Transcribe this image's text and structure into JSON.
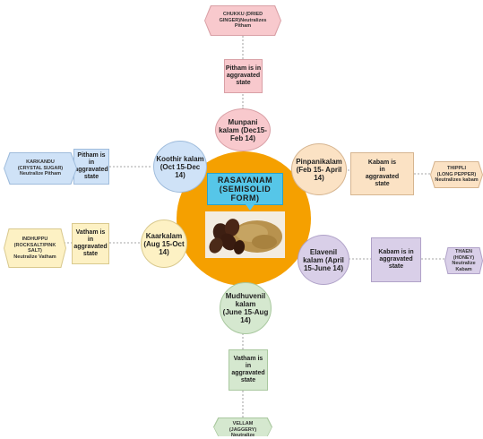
{
  "center": {
    "title": "RASAYANAM\n(SEMISOLID\nFORM)"
  },
  "seasons": {
    "munpani": "Munpani\nkalam (Dec15-\nFeb 14)",
    "koothir": "Koothir kalam\n(Oct 15-Dec\n14)",
    "pinpani": "Pinpanikalam\n(Feb 15- April\n14)",
    "kaar": "Kaarkalam\n(Aug 15-Oct\n14)",
    "elavenil": "Elavenil\nkalam (April\n15-June 14)",
    "mudhuvenil": "Mudhuvenil\nkalam\n(June 15-Aug\n14)"
  },
  "states": {
    "top": "Pitham is in\naggravated\nstate",
    "left_upper": "Pitham is\nin\naggravated\nstate",
    "left_lower": "Vatham is\nin\naggravated\nstate",
    "right_upper": "Kabam is\nin\naggravated\nstate",
    "right_lower": "Kabam is in\naggravated\nstate",
    "bottom": "Vatham is\nin\naggravated\nstate"
  },
  "remedies": {
    "top": "CHUKKU (DRIED\nGINGER)Neutralizes\nPitham",
    "left_upper": "KARKANDU\n(CRYSTAL SUGAR)\nNeutralize Pitham",
    "left_lower": "INDHUPPU\n(ROCKSALT/PINK\nSALT)\nNeutralize Vatham",
    "right_upper": "THIPPLI\n(LONG PEPPER)\nNeutralizes kabam",
    "right_lower": "THAEN\n(HONEY) Neutralize\nKabam",
    "bottom": "VELLAM\n(JAGGERY)\nNeutralize"
  },
  "colors": {
    "center_orange": "#f5a000",
    "callout_blue": "#56c6e8",
    "pink": "#f8c9cd",
    "blue": "#cfe2f7",
    "peach": "#fbe2c4",
    "yellow": "#fdf1c4",
    "lavender": "#d9cfe8",
    "green": "#d5e8cf"
  }
}
